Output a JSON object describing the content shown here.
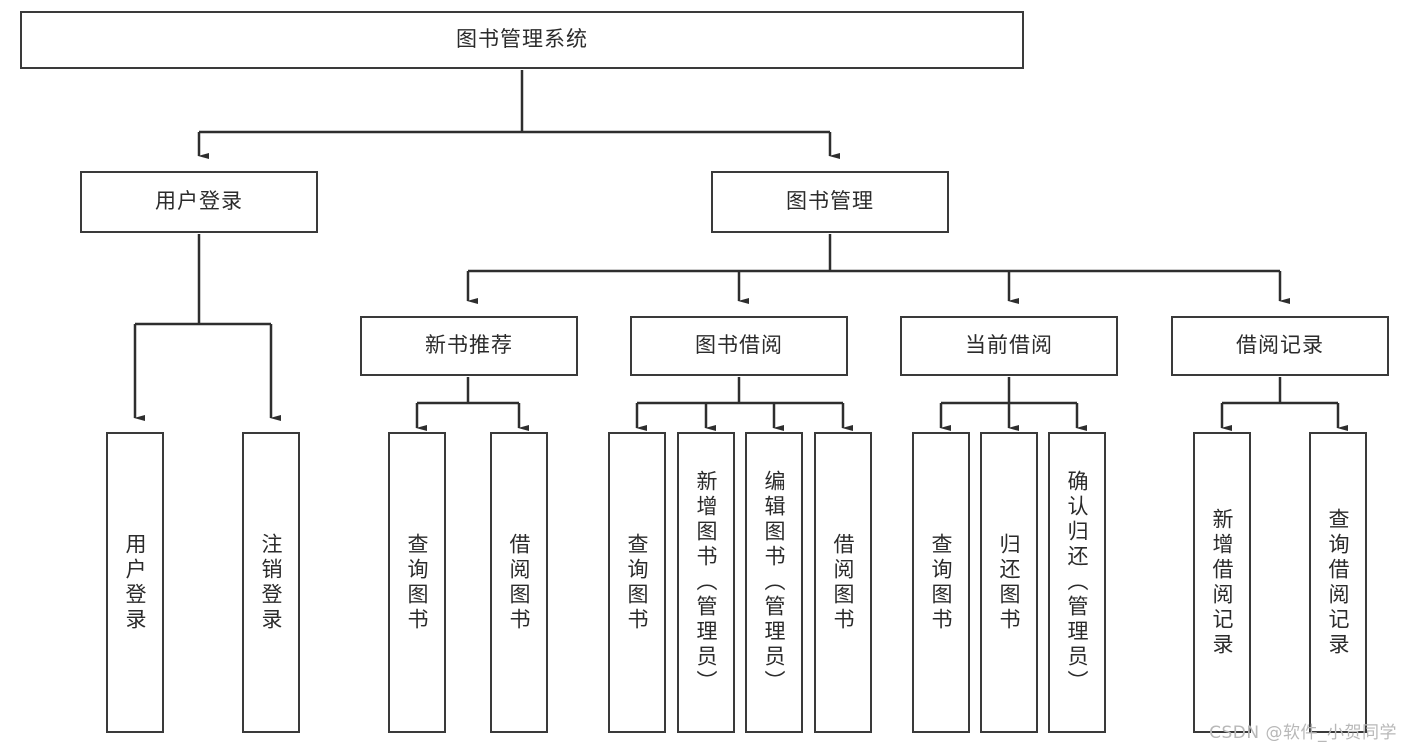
{
  "diagram": {
    "type": "tree-hierarchy",
    "title": "图书管理系统",
    "root": {
      "id": "root",
      "label": "图书管理系统",
      "orientation": "horizontal"
    },
    "level2": [
      {
        "id": "user-login",
        "label": "用户登录",
        "orientation": "horizontal"
      },
      {
        "id": "book-manage",
        "label": "图书管理",
        "orientation": "horizontal"
      }
    ],
    "level3": [
      {
        "id": "new-book-recommend",
        "label": "新书推荐",
        "orientation": "horizontal",
        "parent": "book-manage"
      },
      {
        "id": "book-borrow",
        "label": "图书借阅",
        "orientation": "horizontal",
        "parent": "book-manage"
      },
      {
        "id": "current-borrow",
        "label": "当前借阅",
        "orientation": "horizontal",
        "parent": "book-manage"
      },
      {
        "id": "borrow-record",
        "label": "借阅记录",
        "orientation": "horizontal",
        "parent": "book-manage"
      }
    ],
    "leaves": [
      {
        "id": "leaf-user-login",
        "label": "用户登录",
        "parent": "user-login",
        "orientation": "vertical"
      },
      {
        "id": "leaf-user-logout",
        "label": "注销登录",
        "parent": "user-login",
        "orientation": "vertical"
      },
      {
        "id": "leaf-query-book-1",
        "label": "查询图书",
        "parent": "new-book-recommend",
        "orientation": "vertical"
      },
      {
        "id": "leaf-borrow-book-1",
        "label": "借阅图书",
        "parent": "new-book-recommend",
        "orientation": "vertical"
      },
      {
        "id": "leaf-query-book-2",
        "label": "查询图书",
        "parent": "book-borrow",
        "orientation": "vertical"
      },
      {
        "id": "leaf-add-book",
        "label": "新增图书（管理员）",
        "parent": "book-borrow",
        "orientation": "vertical"
      },
      {
        "id": "leaf-edit-book",
        "label": "编辑图书（管理员）",
        "parent": "book-borrow",
        "orientation": "vertical"
      },
      {
        "id": "leaf-borrow-book-2",
        "label": "借阅图书",
        "parent": "book-borrow",
        "orientation": "vertical"
      },
      {
        "id": "leaf-query-book-3",
        "label": "查询图书",
        "parent": "current-borrow",
        "orientation": "vertical"
      },
      {
        "id": "leaf-return-book",
        "label": "归还图书",
        "parent": "current-borrow",
        "orientation": "vertical"
      },
      {
        "id": "leaf-confirm-return",
        "label": "确认归还（管理员）",
        "parent": "current-borrow",
        "orientation": "vertical"
      },
      {
        "id": "leaf-add-record",
        "label": "新增借阅记录",
        "parent": "borrow-record",
        "orientation": "vertical"
      },
      {
        "id": "leaf-query-record",
        "label": "查询借阅记录",
        "parent": "borrow-record",
        "orientation": "vertical"
      }
    ],
    "colors": {
      "stroke": "#3a3a3a",
      "text": "#2b2b2b",
      "background": "#ffffff",
      "watermark": "#b8b8b8"
    }
  },
  "watermark": {
    "text": "CSDN @软件_小贺同学"
  }
}
